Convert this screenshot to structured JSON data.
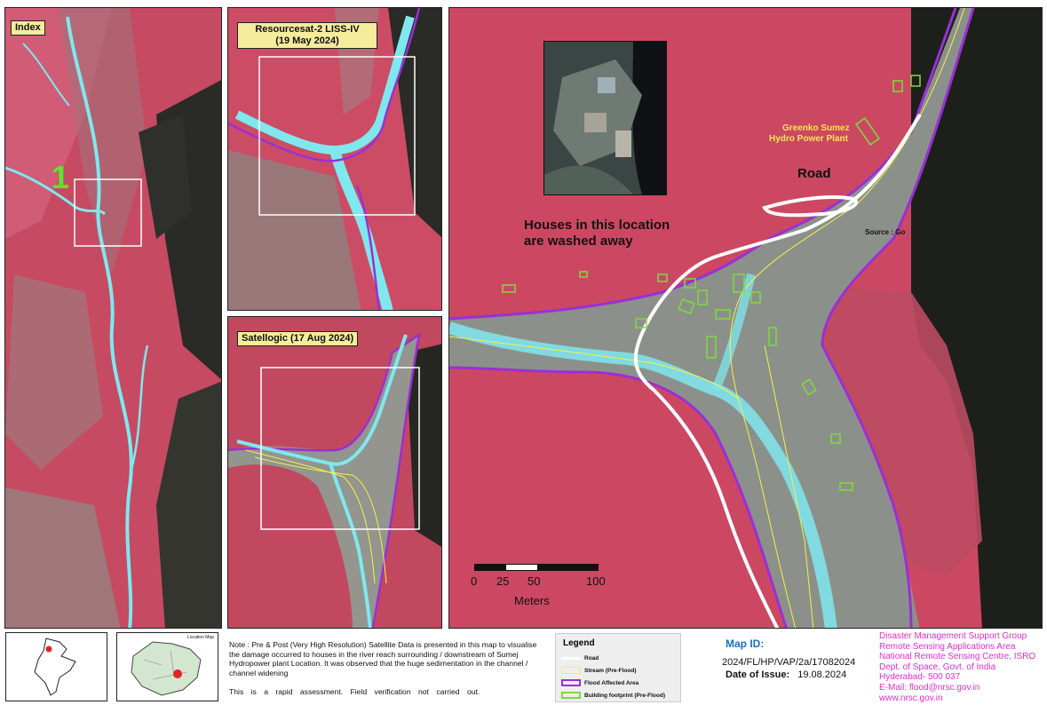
{
  "panels": {
    "index": {
      "label": "Index",
      "marker": "1"
    },
    "pre": {
      "label_line1": "Resourcesat-2 LISS-IV",
      "label_line2": "(19 May 2024)"
    },
    "post": {
      "label": "Satellogic (17 Aug 2024)"
    }
  },
  "main_map": {
    "annotation_houses_line1": "Houses in this location",
    "annotation_houses_line2": "are washed away",
    "road_label": "Road",
    "plant_label_line1": "Greenko Sumez",
    "plant_label_line2": "Hydro Power Plant",
    "source_label": "Source : Go",
    "scale_ticks": [
      "0",
      "25",
      "50",
      "100"
    ],
    "scale_unit": "Meters"
  },
  "location_map": {
    "label": "Location Map"
  },
  "note": {
    "text": "Note : Pre & Post (Very High Resolution) Satellite Data is presented in this map to visualise the damage occurred to houses in the river reach surrounding / downstream of Sumej Hydropower plant Location. It was observed that the huge sedimentation in the channel / channel widening",
    "disclaimer": "This is a rapid assessment. Field verification not carried out."
  },
  "legend": {
    "title": "Legend",
    "items": [
      {
        "label": "Road",
        "color": "#ffffff"
      },
      {
        "label": "Stream (Pre-Flood)",
        "color": "#f2f24a"
      },
      {
        "label": "Flood Affected Area",
        "color": "#9b2fd6"
      },
      {
        "label": "Building footprint (Pre-Flood)",
        "color": "#7ddc3a"
      }
    ]
  },
  "map_info": {
    "id_label": "Map ID:",
    "id_value": "2024/FL/HP/VAP/2a/17082024",
    "date_label": "Date of Issue:",
    "date_value": "19.08.2024"
  },
  "agency": {
    "line1": "Disaster Management Support Group",
    "line2": "Remote Sensing Applications Area",
    "line3": "National Remote Sensing Centre, ISRO",
    "line4": "Dept. of Space, Govt. of India",
    "line5": "Hyderabad- 500 037",
    "line6": "E-Mail: flood@nrsc.gov.in",
    "line7": "www.nrsc.gov.in"
  },
  "colors": {
    "vegetation": "#d93a5a",
    "barren": "#8a8f86",
    "river": "#7fe8ee",
    "shadow": "#1b1d1a",
    "flood_boundary": "#9b2fd6",
    "stream": "#f2f24a",
    "building": "#7ddc3a",
    "road": "#ffffff",
    "label_bg": "#f5ec9c"
  }
}
